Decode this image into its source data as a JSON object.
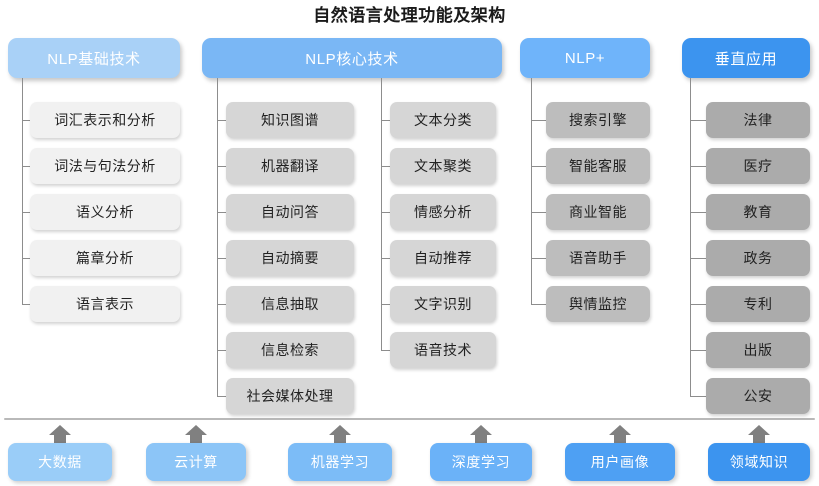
{
  "title": "自然语言处理功能及架构",
  "colors": {
    "header_basic": "#a9d1f7",
    "header_core": "#7ab7f5",
    "header_plus": "#6fb4fa",
    "header_vertical": "#3c94ef",
    "node_level1": "#f1f1f1",
    "node_level2": "#d6d6d6",
    "node_level3": "#bdbdbd",
    "node_level4": "#ababab",
    "connector": "#8d8d8d",
    "baseline": "#b9b9b9",
    "arrow": "#808080",
    "title_text": "#1a1a1a"
  },
  "columns": [
    {
      "id": "nlp-basic",
      "header": "NLP基础技术",
      "header_color": "#a9d1f7",
      "node_class": "l1",
      "groups": [
        {
          "items": [
            "词汇表示和分析",
            "词法与句法分析",
            "语义分析",
            "篇章分析",
            "语言表示"
          ]
        }
      ]
    },
    {
      "id": "nlp-core",
      "header": "NLP核心技术",
      "header_color": "#7ab7f5",
      "node_class": "l2",
      "groups": [
        {
          "items": [
            "知识图谱",
            "机器翻译",
            "自动问答",
            "自动摘要",
            "信息抽取",
            "信息检索",
            "社会媒体处理"
          ]
        },
        {
          "items": [
            "文本分类",
            "文本聚类",
            "情感分析",
            "自动推荐",
            "文字识别",
            "语音技术"
          ]
        }
      ]
    },
    {
      "id": "nlp-plus",
      "header": "NLP+",
      "header_color": "#6fb4fa",
      "node_class": "l3",
      "groups": [
        {
          "items": [
            "搜索引擎",
            "智能客服",
            "商业智能",
            "语音助手",
            "舆情监控"
          ]
        }
      ]
    },
    {
      "id": "vertical-application",
      "header": "垂直应用",
      "header_color": "#3c94ef",
      "node_class": "l4",
      "groups": [
        {
          "items": [
            "法律",
            "医疗",
            "教育",
            "政务",
            "专利",
            "出版",
            "公安"
          ]
        }
      ]
    }
  ],
  "foundation": {
    "items": [
      {
        "label": "大数据",
        "color": "#9acdf8"
      },
      {
        "label": "云计算",
        "color": "#8cc5f7"
      },
      {
        "label": "机器学习",
        "color": "#7cbcf7"
      },
      {
        "label": "深度学习",
        "color": "#6bb2f8"
      },
      {
        "label": "用户画像",
        "color": "#4ea0f3"
      },
      {
        "label": "领域知识",
        "color": "#3c94ef"
      }
    ]
  },
  "watermark": ""
}
